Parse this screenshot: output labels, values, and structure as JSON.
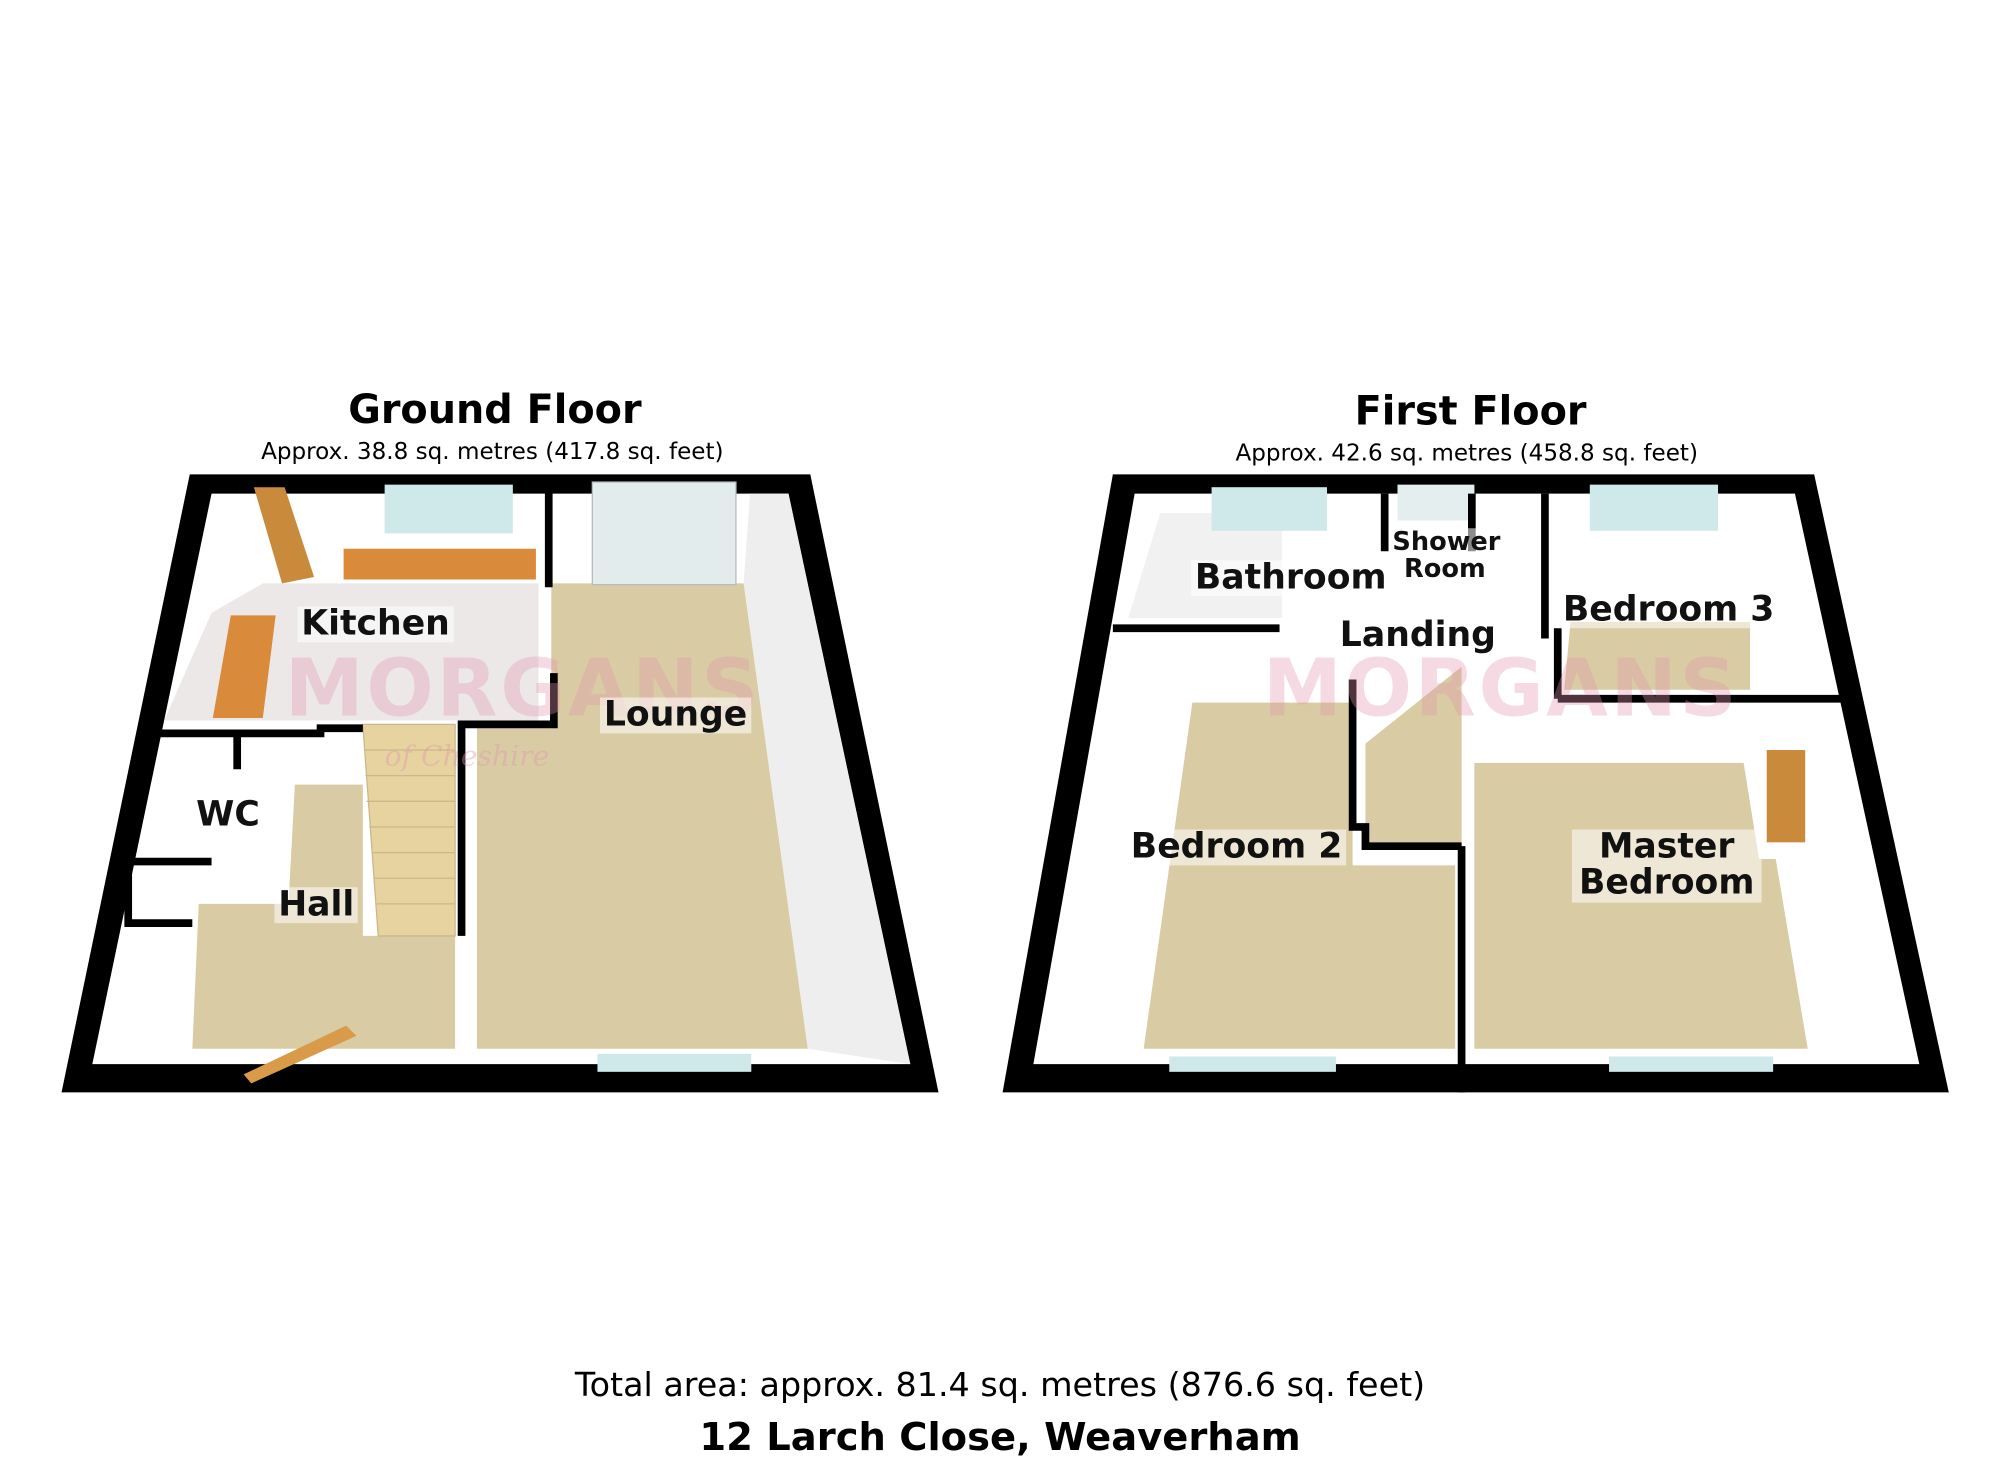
{
  "ground_floor": {
    "title": "Ground Floor",
    "area": "Approx. 38.8 sq. metres (417.8 sq. feet)",
    "rooms": [
      "Kitchen",
      "Lounge",
      "WC",
      "Hall"
    ]
  },
  "first_floor": {
    "title": "First Floor",
    "area": "Approx. 42.6 sq. metres (458.8 sq. feet)",
    "rooms": [
      "Bathroom",
      "Shower Room",
      "Landing",
      "Bedroom 3",
      "Bedroom 2",
      "Master Bedroom"
    ]
  },
  "watermark": {
    "brand": "MORGANS",
    "tagline": "of Cheshire"
  },
  "footer": {
    "total_area": "Total area: approx. 81.4 sq. metres (876.6 sq. feet)",
    "address": "12 Larch Close, Weaverham"
  },
  "colors": {
    "wall": "#000000",
    "carpet": "#d9cba3",
    "worktop": "#d98a3a",
    "window": "#cfe9ea"
  }
}
